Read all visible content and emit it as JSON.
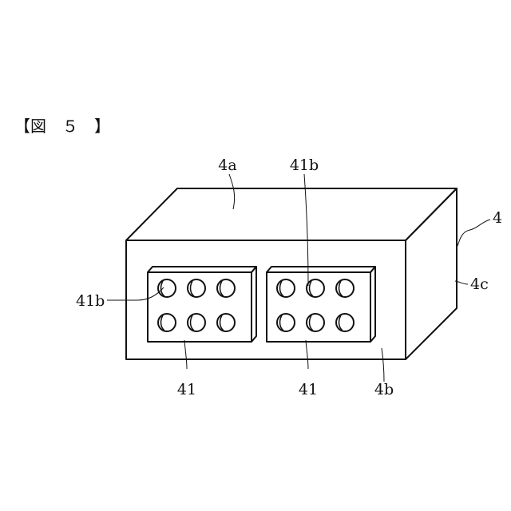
{
  "figure_label": "【図　５　】",
  "labels": {
    "top_face": "4a",
    "hole_upper": "41b",
    "hole_left": "41b",
    "block": "4",
    "side_face": "4c",
    "front_face": "4b",
    "plate_left": "41",
    "plate_right": "41"
  },
  "plates": [
    {
      "holes_per_row": 3,
      "rows": 2
    },
    {
      "holes_per_row": 3,
      "rows": 2
    }
  ]
}
